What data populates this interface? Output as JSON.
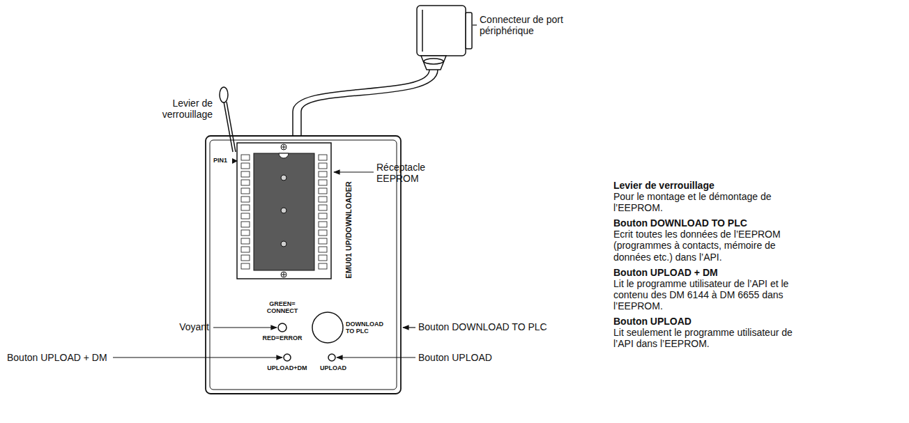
{
  "diagram": {
    "labels": [
      "Connecteur de port périphérique",
      "Levier de verrouillage",
      "Réceptacle EEPROM",
      "PIN1",
      "EMU01 UP/DOWNLOADER",
      "GREEN= CONNECT",
      "RED=ERROR",
      "DOWNLOAD TO PLC",
      "UPLOAD+DM",
      "UPLOAD",
      "Voyant",
      "Bouton DOWNLOAD TO PLC",
      "Bouton UPLOAD + DM",
      "Bouton UPLOAD",
      "Levier de verrouillage",
      "Pour le montage et le démontage de l’EEPROM.",
      "Bouton DOWNLOAD TO PLC",
      "Ecrit toutes les données de l’EEPROM (programmes à contacts, mémoire de données etc.) dans l’API.",
      "Bouton UPLOAD + DM",
      "Lit le programme utilisateur de l’API et le contenu des DM 6144 à DM 6655 dans l’EEPROM.",
      "Bouton UPLOAD",
      "Lit seulement le programme utilisateur de l’API dans l’EEPROM."
    ]
  }
}
